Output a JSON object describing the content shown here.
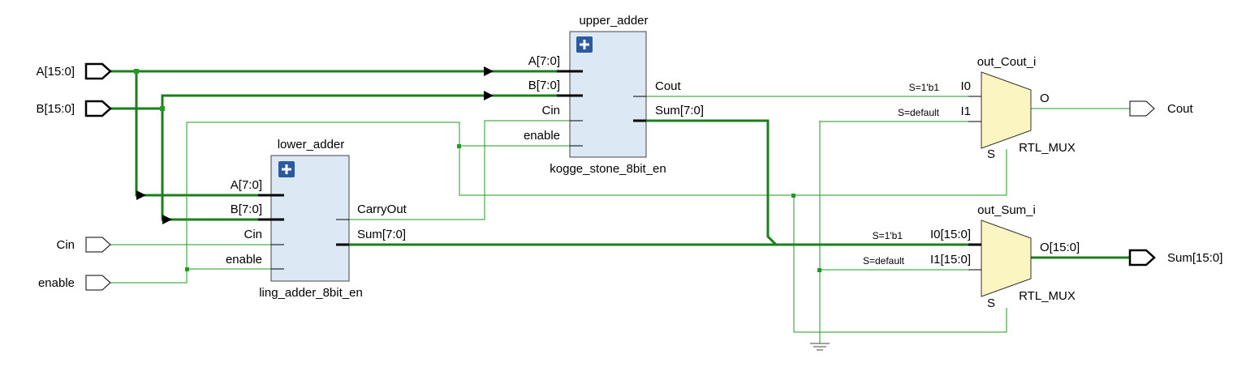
{
  "ports": {
    "a": "A[15:0]",
    "b": "B[15:0]",
    "cin": "Cin",
    "enable": "enable",
    "cout": "Cout",
    "sum": "Sum[15:0]"
  },
  "upper_adder": {
    "instance": "upper_adder",
    "module": "kogge_stone_8bit_en",
    "pins": {
      "a": "A[7:0]",
      "b": "B[7:0]",
      "cin": "Cin",
      "enable": "enable",
      "cout": "Cout",
      "sum": "Sum[7:0]"
    }
  },
  "lower_adder": {
    "instance": "lower_adder",
    "module": "ling_adder_8bit_en",
    "pins": {
      "a": "A[7:0]",
      "b": "B[7:0]",
      "cin": "Cin",
      "enable": "enable",
      "carry_out": "CarryOut",
      "sum": "Sum[7:0]"
    }
  },
  "mux_cout": {
    "instance": "out_Cout_i",
    "type": "RTL_MUX",
    "pins": {
      "i0": "I0",
      "i1": "I1",
      "o": "O",
      "s": "S"
    },
    "conditions": {
      "i0": "S=1'b1",
      "i1": "S=default"
    }
  },
  "mux_sum": {
    "instance": "out_Sum_i",
    "type": "RTL_MUX",
    "pins": {
      "i0": "I0[15:0]",
      "i1": "I1[15:0]",
      "o": "O[15:0]",
      "s": "S"
    },
    "conditions": {
      "i0": "S=1'b1",
      "i1": "S=default"
    }
  },
  "colors": {
    "wire": "#229922",
    "bus": "#1b7f1b",
    "cell": "#dde8f5",
    "mux": "#fbf5c2",
    "expand": "#2c5aa0"
  },
  "icons": {
    "expand": "plus-icon",
    "ground": "ground-icon"
  }
}
